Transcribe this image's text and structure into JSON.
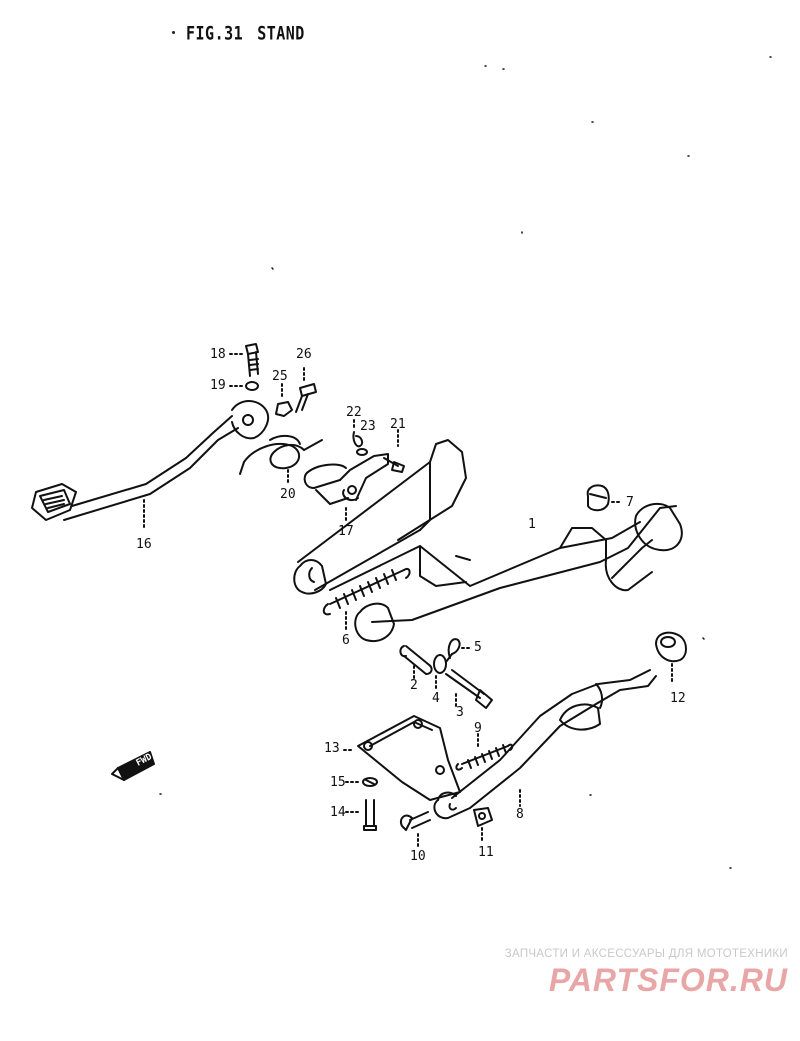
{
  "figure": {
    "number": "FIG.31",
    "name": "STAND"
  },
  "callouts": [
    {
      "id": "1",
      "label": "1"
    },
    {
      "id": "2",
      "label": "2"
    },
    {
      "id": "3",
      "label": "3"
    },
    {
      "id": "4",
      "label": "4"
    },
    {
      "id": "5",
      "label": "5"
    },
    {
      "id": "6",
      "label": "6"
    },
    {
      "id": "7",
      "label": "7"
    },
    {
      "id": "8",
      "label": "8"
    },
    {
      "id": "9",
      "label": "9"
    },
    {
      "id": "10",
      "label": "10"
    },
    {
      "id": "11",
      "label": "11"
    },
    {
      "id": "12",
      "label": "12"
    },
    {
      "id": "13",
      "label": "13"
    },
    {
      "id": "14",
      "label": "14"
    },
    {
      "id": "15",
      "label": "15"
    },
    {
      "id": "16",
      "label": "16"
    },
    {
      "id": "17",
      "label": "17"
    },
    {
      "id": "18",
      "label": "18"
    },
    {
      "id": "19",
      "label": "19"
    },
    {
      "id": "20",
      "label": "20"
    },
    {
      "id": "21",
      "label": "21"
    },
    {
      "id": "22",
      "label": "22"
    },
    {
      "id": "23",
      "label": "23"
    },
    {
      "id": "25",
      "label": "25"
    },
    {
      "id": "26",
      "label": "26"
    }
  ],
  "direction_marker": {
    "text": "FWD"
  },
  "watermark": {
    "tagline": "ЗАПЧАСТИ И АКСЕССУАРЫ ДЛЯ МОТОТЕХНИКИ",
    "logo": "PARTSFOR.RU"
  }
}
